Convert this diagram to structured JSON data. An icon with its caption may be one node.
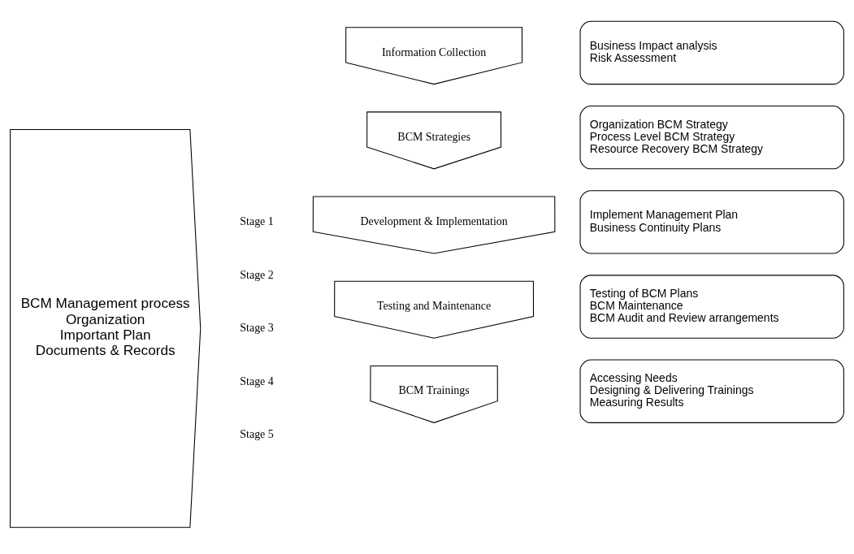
{
  "diagram": {
    "nodes": [
      {
        "text": [
          "BCM Management process",
          "Organization",
          "Important Plan",
          "Documents & Records"
        ]
      },
      {
        "text": [
          "Information Collection"
        ]
      },
      {
        "text": [
          "Business Impact analysis",
          "Risk Assessment"
        ]
      },
      {
        "text": [
          "BCM Strategies"
        ]
      },
      {
        "text": [
          "Organization BCM Strategy",
          "Process Level BCM Strategy",
          "Resource Recovery BCM Strategy"
        ]
      },
      {
        "text": [
          "Development & Implementation"
        ]
      },
      {
        "text": [
          "Implement Management Plan",
          "Business Continuity Plans"
        ]
      },
      {
        "text": [
          "Testing and Maintenance"
        ]
      },
      {
        "text": [
          "Testing of BCM Plans",
          "BCM Maintenance",
          "BCM Audit and Review arrangements"
        ]
      },
      {
        "text": [
          "BCM Trainings"
        ]
      },
      {
        "text": [
          "Accessing Needs",
          "Designing & Delivering Trainings",
          "Measuring Results"
        ]
      }
    ],
    "edges": [],
    "labels": [
      "Stage 1",
      "Stage 2",
      "Stage 3",
      "Stage 4",
      "Stage 5"
    ]
  }
}
